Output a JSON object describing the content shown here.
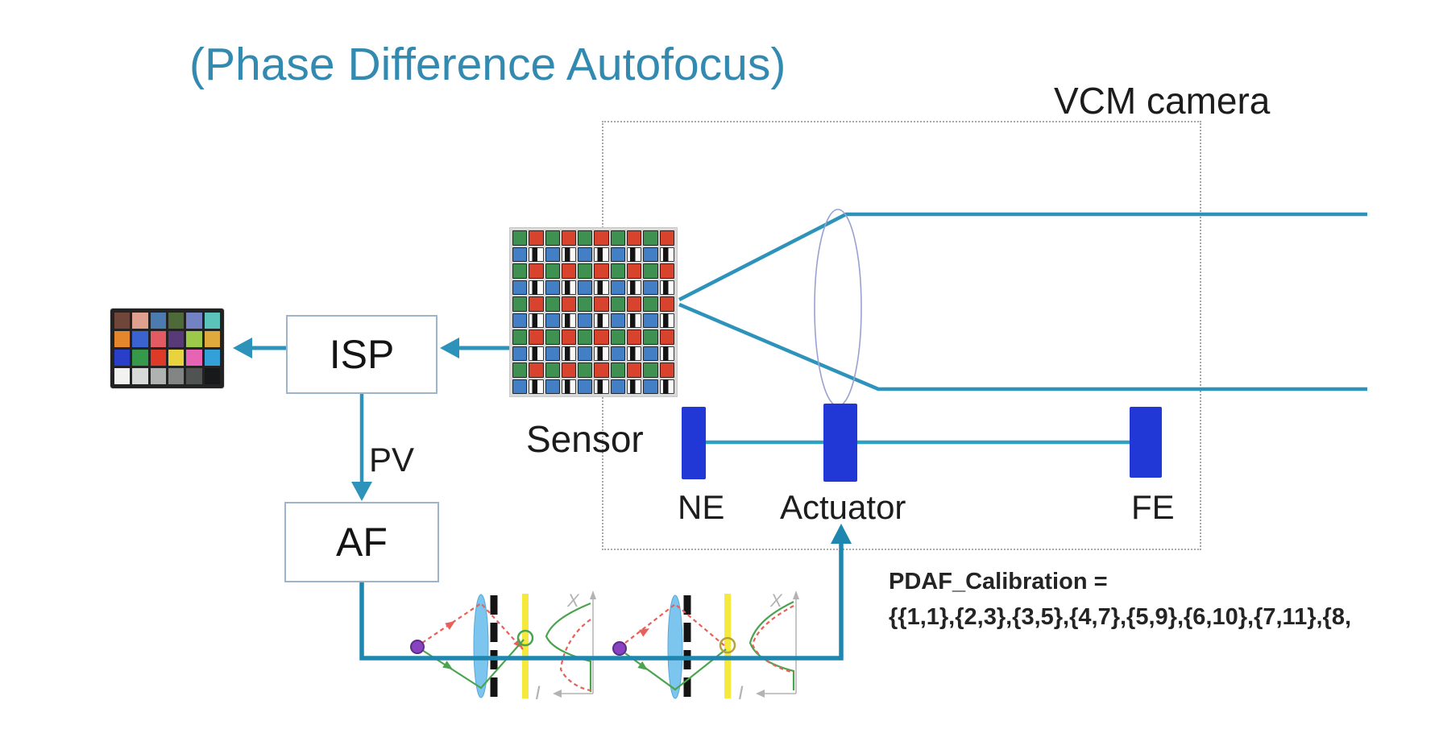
{
  "title": "(Phase Difference Autofocus)",
  "labels": {
    "vcm_camera": "VCM camera",
    "sensor": "Sensor",
    "isp": "ISP",
    "af": "AF",
    "pv": "PV",
    "ne": "NE",
    "actuator": "Actuator",
    "fe": "FE"
  },
  "calibration": {
    "line1": "PDAF_Calibration =",
    "line2": "{{1,1},{2,3},{3,5},{4,7},{5,9},{6,10},{7,11},{8,"
  },
  "mini_diagrams": {
    "x_axis_label": "X",
    "i_axis_label": "I"
  },
  "colors": {
    "title_teal": "#338ab0",
    "line_teal": "#2d93ba",
    "rail_teal": "#2f9fc4",
    "af_path_teal": "#1e87b0",
    "element_blue": "#2137d6",
    "box_border": "#9db4cb",
    "dotted_border": "#a9a9a9",
    "lens_outline": "#99a1d0",
    "mini_lens_blue": "#7cc5ee",
    "mini_yellow": "#f6e93e",
    "mini_purple": "#8a43c0",
    "mini_green": "#4aa44e",
    "mini_red": "#e8605a",
    "axis_gray": "#b3b3b3",
    "text_black": "#1c1c1c"
  },
  "sensor_grid": {
    "rows": [
      "GRGRGRGRGR",
      "BPBPBPBPBP",
      "GRGRGRGRGR",
      "BPBPBPBPBP",
      "GRGRGRGRGR",
      "BPBPBPBPBP",
      "GRGRGRGRGR",
      "BPBPBPBPBP",
      "GRGRGRGRGR",
      "BPBPBPBPBP"
    ],
    "palette": {
      "G": "#3e9151",
      "R": "#d8432e",
      "B": "#427fc4",
      "P": "pdaf-white-black"
    }
  },
  "color_checker": {
    "rows": [
      [
        "#70453a",
        "#dfa08f",
        "#4c7bb0",
        "#4e6a38",
        "#7282c2",
        "#5cc3bb"
      ],
      [
        "#e4862b",
        "#3a63cf",
        "#e35a63",
        "#583a79",
        "#9cc94a",
        "#e0a93c"
      ],
      [
        "#2a3fc9",
        "#35984a",
        "#dd3b28",
        "#e8d23f",
        "#e763b3",
        "#34a0d8"
      ],
      [
        "#f2f2f0",
        "#d7dad9",
        "#aeb2b1",
        "#818584",
        "#4f5453",
        "#17191a"
      ]
    ]
  }
}
